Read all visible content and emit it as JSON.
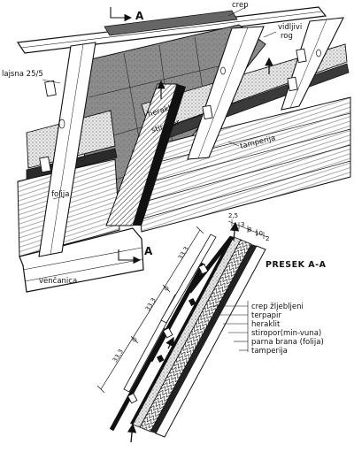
{
  "iso_labels": {
    "section_marker_top": "A",
    "section_marker_bottom": "A",
    "crep": "crep",
    "vidljivi_rog_1": "vidljivi",
    "vidljivi_rog_2": "rog",
    "lajsna": "lajsna 25/5",
    "heraklit": "heraklit",
    "stiropor": "stiropor",
    "folija": "folija",
    "tamperija": "tamperija",
    "ventanica": "venčanica"
  },
  "section": {
    "title": "PRESEK A-A",
    "dims": [
      "33,3",
      "33,3",
      "33,3"
    ],
    "top_dims": [
      "2,5",
      "3",
      "8",
      "10",
      "2"
    ],
    "layers": [
      "crep žljebljeni",
      "terpapir",
      "heraklit",
      "stiropor(min-vuna)",
      "parna brana (folija)",
      "tamperija"
    ]
  },
  "colors": {
    "ink": "#111111",
    "paper": "#ffffff",
    "tile": "#8a8a8a",
    "dark": "#2a2a2a"
  }
}
